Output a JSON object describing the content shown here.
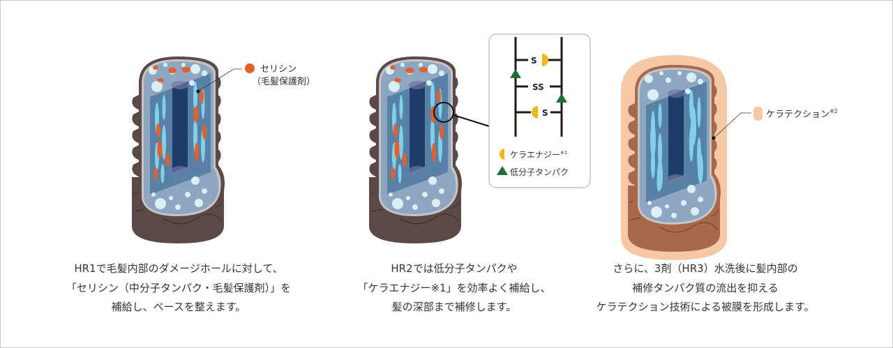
{
  "panels": [
    {
      "id": "hr1",
      "label": {
        "name": "セリシン",
        "sub": "（毛髪保護剤）"
      },
      "caption": [
        "HR1で毛髪内部のダメージホールに対して、",
        "「セリシン（中分子タンパク・毛髪保護剤）」を",
        "補給し、ベースを整えます。"
      ]
    },
    {
      "id": "hr2",
      "detail": {
        "bond_labels": [
          "S",
          "SS",
          "S"
        ],
        "legend": [
          {
            "name": "ケラエナジー",
            "note": "※1",
            "icon": "half-circle-icon",
            "color": "#f0b71c"
          },
          {
            "name": "低分子タンパク",
            "note": "",
            "icon": "triangle-icon",
            "color": "#1e6e3a"
          }
        ]
      },
      "caption": [
        "HR2では低分子タンパクや",
        "「ケラエナジー※1」を効率よく補給し、",
        "髪の深部まで補修します。"
      ]
    },
    {
      "id": "hr3",
      "label": {
        "name": "ケラテクション",
        "note": "※2"
      },
      "caption": [
        "さらに、3剤（HR3）水洗後に髪内部の",
        "補修タンパク質の流出を抑える",
        "ケラテクション技術による被膜を形成します。"
      ]
    }
  ],
  "colors": {
    "serisin": "#e35f2d",
    "keraenergy": "#f0b71c",
    "protein": "#1e6e3a",
    "keratection": "#f6c9a6",
    "cortex": "#5782a6",
    "medulla": "#1d3d6a",
    "cuticle_dark": "#5a4946",
    "cuticle_brown": "#a8684a"
  }
}
